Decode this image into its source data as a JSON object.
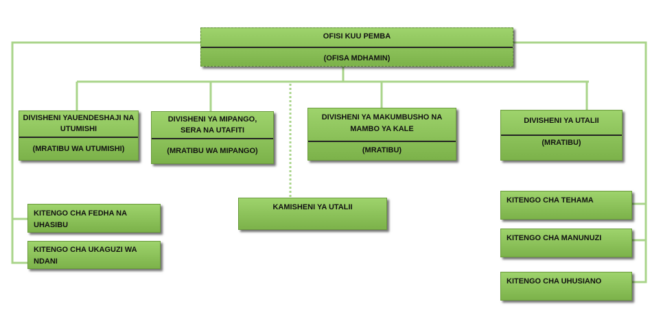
{
  "head": {
    "title": "OFISI KUU PEMBA",
    "subtitle": "(OFISA MDHAMIN)"
  },
  "divisions": [
    {
      "title_line1": "DIVISHENI YAUENDESHAJI NA",
      "title_line2": "UTUMISHI",
      "subtitle": "(MRATIBU WA UTUMISHI)"
    },
    {
      "title_line1": "DIVISHENI YA MIPANGO,",
      "title_line2": "SERA NA UTAFITI",
      "subtitle": "(MRATIBU WA MIPANGO)"
    },
    {
      "title_line1": "DIVISHENI YA MAKUMBUSHO NA",
      "title_line2": "MAMBO YA KALE",
      "subtitle": "(MRATIBU)"
    },
    {
      "title_line1": "DIVISHENI YA UTALII",
      "subtitle": "(MRATIBU)"
    }
  ],
  "commission": {
    "label": "KAMISHENI YA UTALII"
  },
  "left_units": [
    {
      "line1": "KITENGO CHA FEDHA NA",
      "line2": "UHASIBU"
    },
    {
      "line1": "KITENGO CHA UKAGUZI WA",
      "line2": "NDANI"
    }
  ],
  "right_units": [
    {
      "label": "KITENGO CHA TEHAMA"
    },
    {
      "label": "KITENGO CHA MANUNUZI"
    },
    {
      "label": "KITENGO CHA UHUSIANO"
    }
  ],
  "colors": {
    "box_fill": "#8cc55a",
    "connector": "#a9d48a",
    "separator": "#222222"
  }
}
